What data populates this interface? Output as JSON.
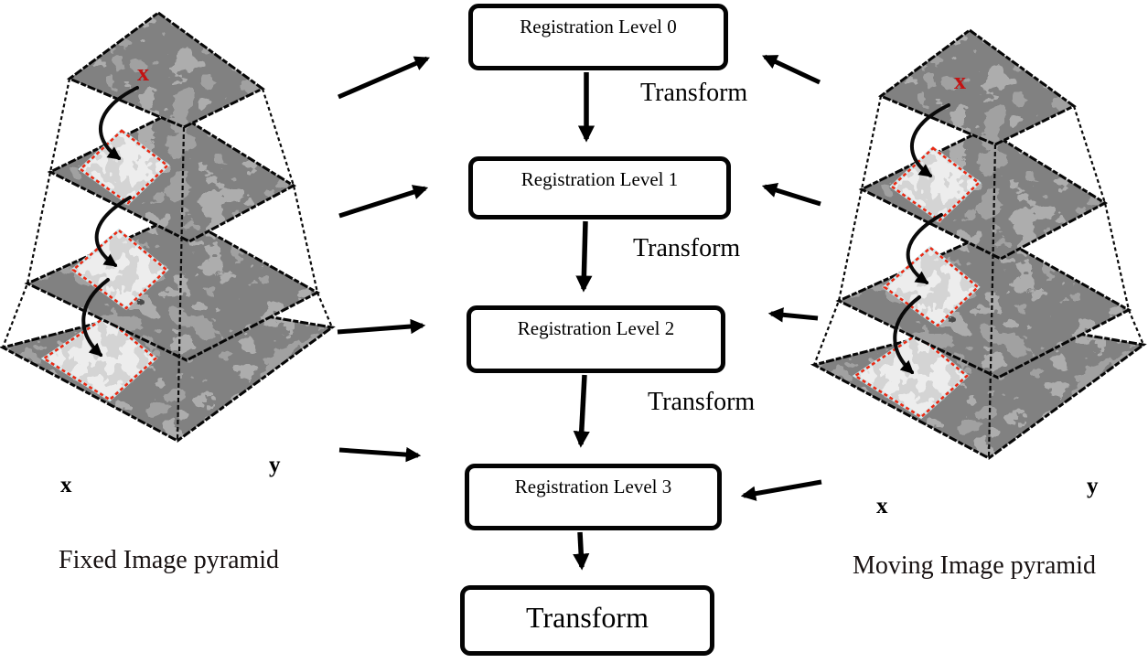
{
  "figure": {
    "flow": {
      "levels": [
        {
          "label": "Registration Level 0"
        },
        {
          "label": "Registration Level 1"
        },
        {
          "label": "Registration Level 2"
        },
        {
          "label": "Registration Level 3"
        }
      ],
      "transform_labels": [
        "Transform",
        "Transform",
        "Transform"
      ],
      "final_label": "Transform"
    },
    "pyramids": {
      "fixed": {
        "caption": "Fixed Image pyramid",
        "x_label": "x",
        "y_label": "y",
        "marker": "x"
      },
      "moving": {
        "caption": "Moving Image pyramid",
        "x_label": "x",
        "y_label": "y",
        "marker": "x"
      }
    },
    "colors": {
      "ink": "#000000",
      "landmark_red": "#c41212",
      "patch_border_red": "#ea2a14",
      "patch_inner_halo": "#cfe9ee",
      "tile_gray": "#4a4a4a",
      "patch_gray": "#c4c4c4"
    }
  }
}
